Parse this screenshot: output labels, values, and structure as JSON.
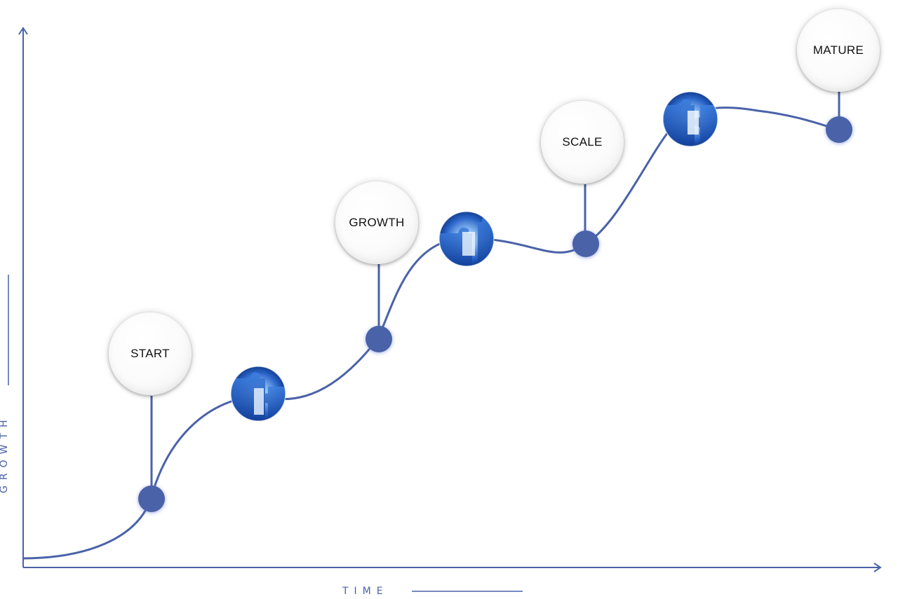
{
  "axes": {
    "x_label": "TIME",
    "y_label": "GROWTH",
    "color": "#4a62a8"
  },
  "stages": [
    {
      "id": "start",
      "label": "START"
    },
    {
      "id": "growth",
      "label": "GROWTH"
    },
    {
      "id": "scale",
      "label": "SCALE"
    },
    {
      "id": "mature",
      "label": "MATURE"
    }
  ],
  "transition_icons": [
    "puzzle-icon",
    "puzzle-icon",
    "puzzle-icon",
    "puzzle-icon"
  ],
  "colors": {
    "curve": "#4a62a8",
    "milestone_dot": "#4a62a8",
    "puzzle_blue": "#2a64c8"
  }
}
